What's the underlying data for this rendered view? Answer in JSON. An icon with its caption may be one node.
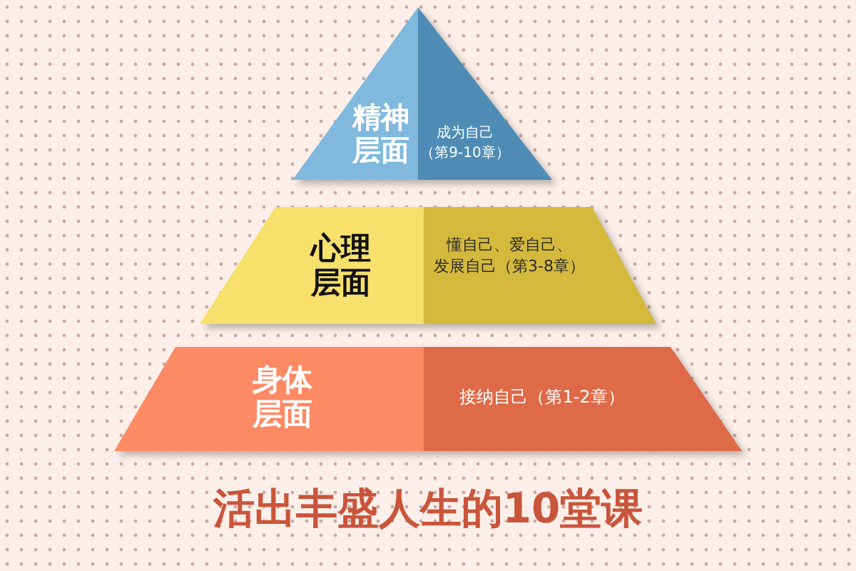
{
  "diagram": {
    "title": "活出丰盛人生的10堂课",
    "nodes": [
      {
        "text": [
          "精神层面"
        ]
      },
      {
        "text": [
          "成为自己（第9-10章）"
        ]
      },
      {
        "text": [
          "心理层面"
        ]
      },
      {
        "text": [
          "懂自己、爱自己、发展自己（第3-8章）"
        ]
      },
      {
        "text": [
          "身体层面"
        ]
      },
      {
        "text": [
          "接纳自己（第1-2章）"
        ]
      }
    ]
  }
}
